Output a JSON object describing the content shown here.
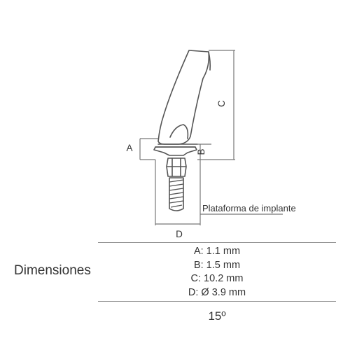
{
  "diagram": {
    "labels": {
      "a": "A",
      "b": "B",
      "c": "C",
      "d": "D",
      "platform": "Plataforma de implante"
    }
  },
  "specs": {
    "heading": "Dimensiones",
    "lines": [
      "A: 1.1 mm",
      "B: 1.5 mm",
      "C: 10.2 mm",
      "D: Ø 3.9 mm"
    ],
    "angle": "15º"
  },
  "colors": {
    "line": "#555555",
    "dimension": "#777777",
    "text": "#333333",
    "rule": "#8f8f8f"
  }
}
